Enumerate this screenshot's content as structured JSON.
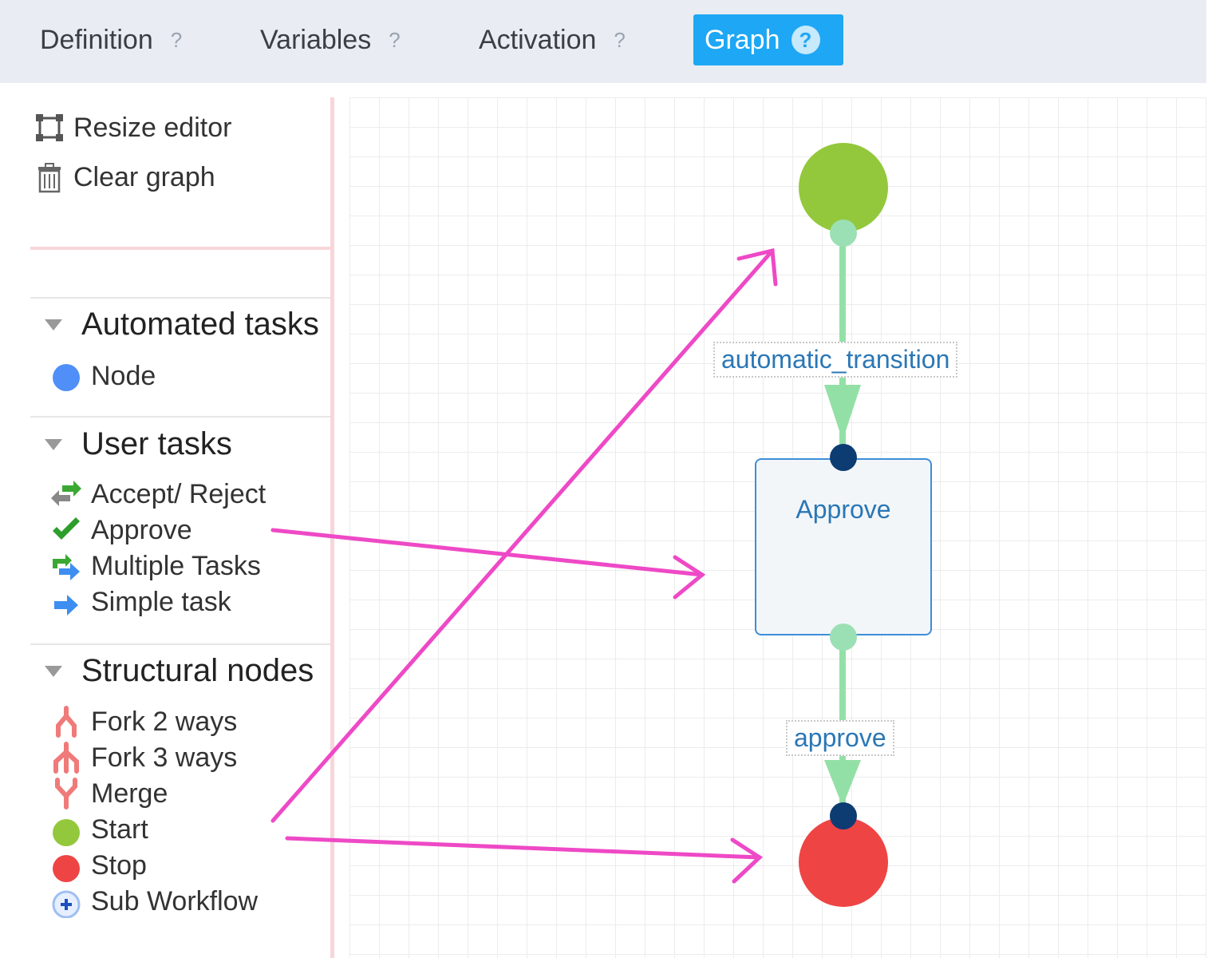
{
  "tabs": [
    {
      "label": "Definition",
      "help": "?"
    },
    {
      "label": "Variables",
      "help": "?"
    },
    {
      "label": "Activation",
      "help": "?"
    },
    {
      "label": "Graph",
      "help": "?",
      "active": true
    }
  ],
  "sidebar": {
    "actions": [
      {
        "label": "Resize editor",
        "icon": "resize-icon"
      },
      {
        "label": "Clear graph",
        "icon": "trash-icon"
      }
    ],
    "sections": [
      {
        "title": "Automated tasks",
        "items": [
          {
            "label": "Node",
            "icon": "blue-circle-icon"
          }
        ]
      },
      {
        "title": "User tasks",
        "items": [
          {
            "label": "Accept/ Reject",
            "icon": "accept-reject-icon"
          },
          {
            "label": "Approve",
            "icon": "checkmark-icon"
          },
          {
            "label": "Multiple Tasks",
            "icon": "multiple-tasks-icon"
          },
          {
            "label": "Simple task",
            "icon": "arrow-right-icon"
          }
        ]
      },
      {
        "title": "Structural nodes",
        "items": [
          {
            "label": "Fork 2 ways",
            "icon": "fork-2-icon"
          },
          {
            "label": "Fork 3 ways",
            "icon": "fork-3-icon"
          },
          {
            "label": "Merge",
            "icon": "merge-icon"
          },
          {
            "label": "Start",
            "icon": "green-circle-icon"
          },
          {
            "label": "Stop",
            "icon": "red-circle-icon"
          },
          {
            "label": "Sub Workflow",
            "icon": "plus-circle-icon"
          }
        ]
      }
    ]
  },
  "graph": {
    "nodes": {
      "start": {
        "type": "start"
      },
      "task": {
        "label": "Approve"
      },
      "stop": {
        "type": "stop"
      }
    },
    "edges": [
      {
        "label": "automatic_transition"
      },
      {
        "label": "approve"
      }
    ]
  },
  "colors": {
    "accent": "#1ea7f4",
    "start": "#93c83c",
    "stop": "#ef4444",
    "edge": "#93e0a6",
    "port": "#0d3c73",
    "annotation": "#ee49c6"
  }
}
